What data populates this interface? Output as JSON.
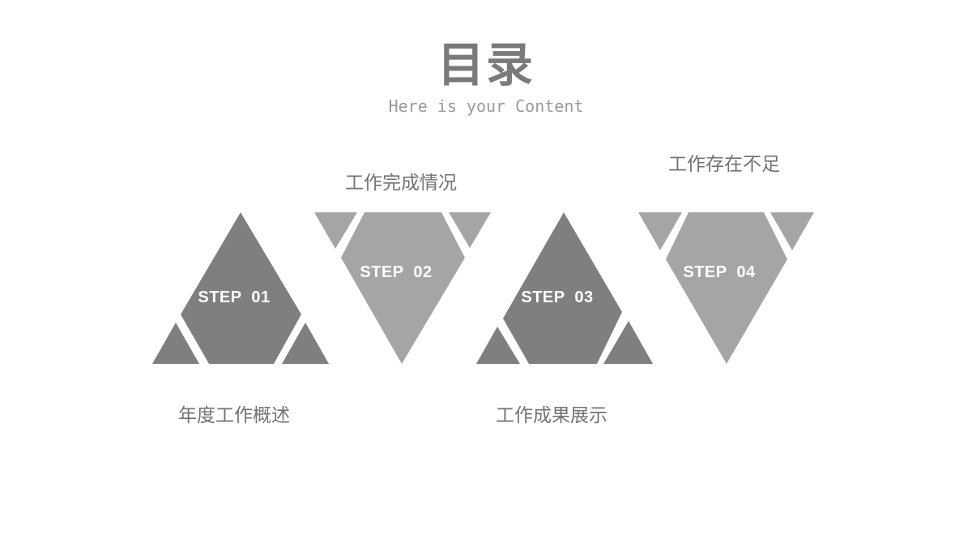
{
  "header": {
    "title": "目录",
    "subtitle": "Here is your Content"
  },
  "colors": {
    "dark_gray": "#7f7f7f",
    "light_gray": "#a5a5a5",
    "title_color": "#7a7a7a",
    "caption_color": "#737373"
  },
  "steps": [
    {
      "label": "STEP  01",
      "caption": "年度工作概述",
      "orientation": "up"
    },
    {
      "label": "STEP  02",
      "caption": "工作完成情况",
      "orientation": "down"
    },
    {
      "label": "STEP  03",
      "caption": "工作成果展示",
      "orientation": "up"
    },
    {
      "label": "STEP  04",
      "caption": "工作存在不足",
      "orientation": "down"
    }
  ]
}
